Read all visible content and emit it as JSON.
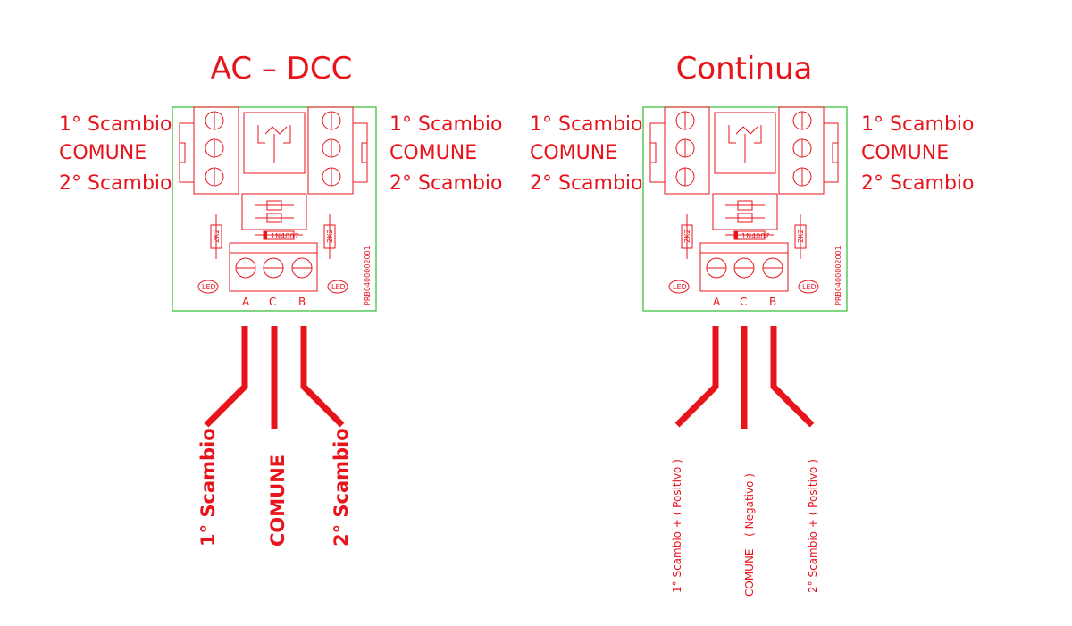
{
  "colors": {
    "wire": "#e8141b",
    "board_outline": "#2fbf2f",
    "background": "#ffffff"
  },
  "left": {
    "title": "AC – DCC",
    "side_labels": [
      "1° Scambio",
      "COMUNE",
      "2° Scambio"
    ],
    "bottom_labels": [
      "1° Scambio",
      "COMUNE",
      "2° Scambio"
    ]
  },
  "right": {
    "title": "Continua",
    "side_labels": [
      "1° Scambio",
      "COMUNE",
      "2° Scambio"
    ],
    "bottom_labels": [
      "1° Scambio + ( Positivo )",
      "COMUNE – ( Negativo )",
      "2° Scambio + ( Positivo )"
    ]
  },
  "board": {
    "terminals": [
      "A",
      "C",
      "B"
    ],
    "led": "LED",
    "resistor": "2K2",
    "diode": "1N4007",
    "code": "PRB0400002001"
  }
}
